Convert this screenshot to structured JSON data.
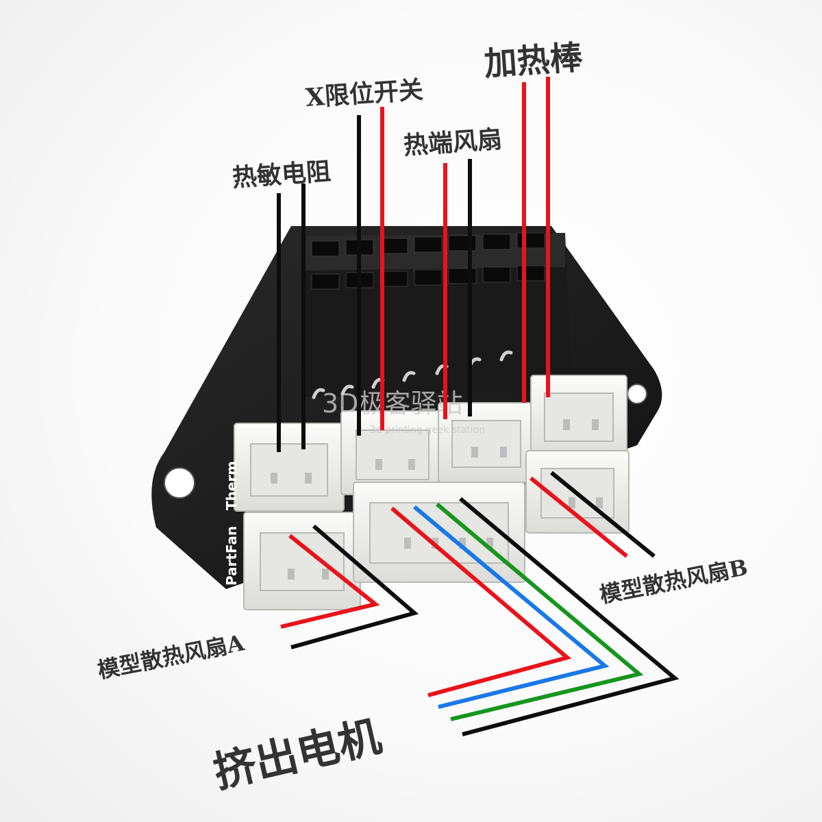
{
  "labels": {
    "thermistor": "热敏电阻",
    "x_limit_switch": "X限位开关",
    "hotend_fan": "热端风扇",
    "heater_rod": "加热棒",
    "part_fan_a": "模型散热风扇A",
    "part_fan_b": "模型散热风扇B",
    "extruder_motor": "挤出电机"
  },
  "silkscreen": {
    "therm": "Therm",
    "partfan": "PartFan"
  },
  "watermark": {
    "main": "3D极客驿站",
    "sub": "3d printing geek station"
  },
  "colors": {
    "red": "#e8131b",
    "black": "#0d0d0d",
    "blue": "#1a78e8",
    "green": "#17961f",
    "pcb": "#1b1b1b",
    "connector": "#f2f2ef"
  }
}
